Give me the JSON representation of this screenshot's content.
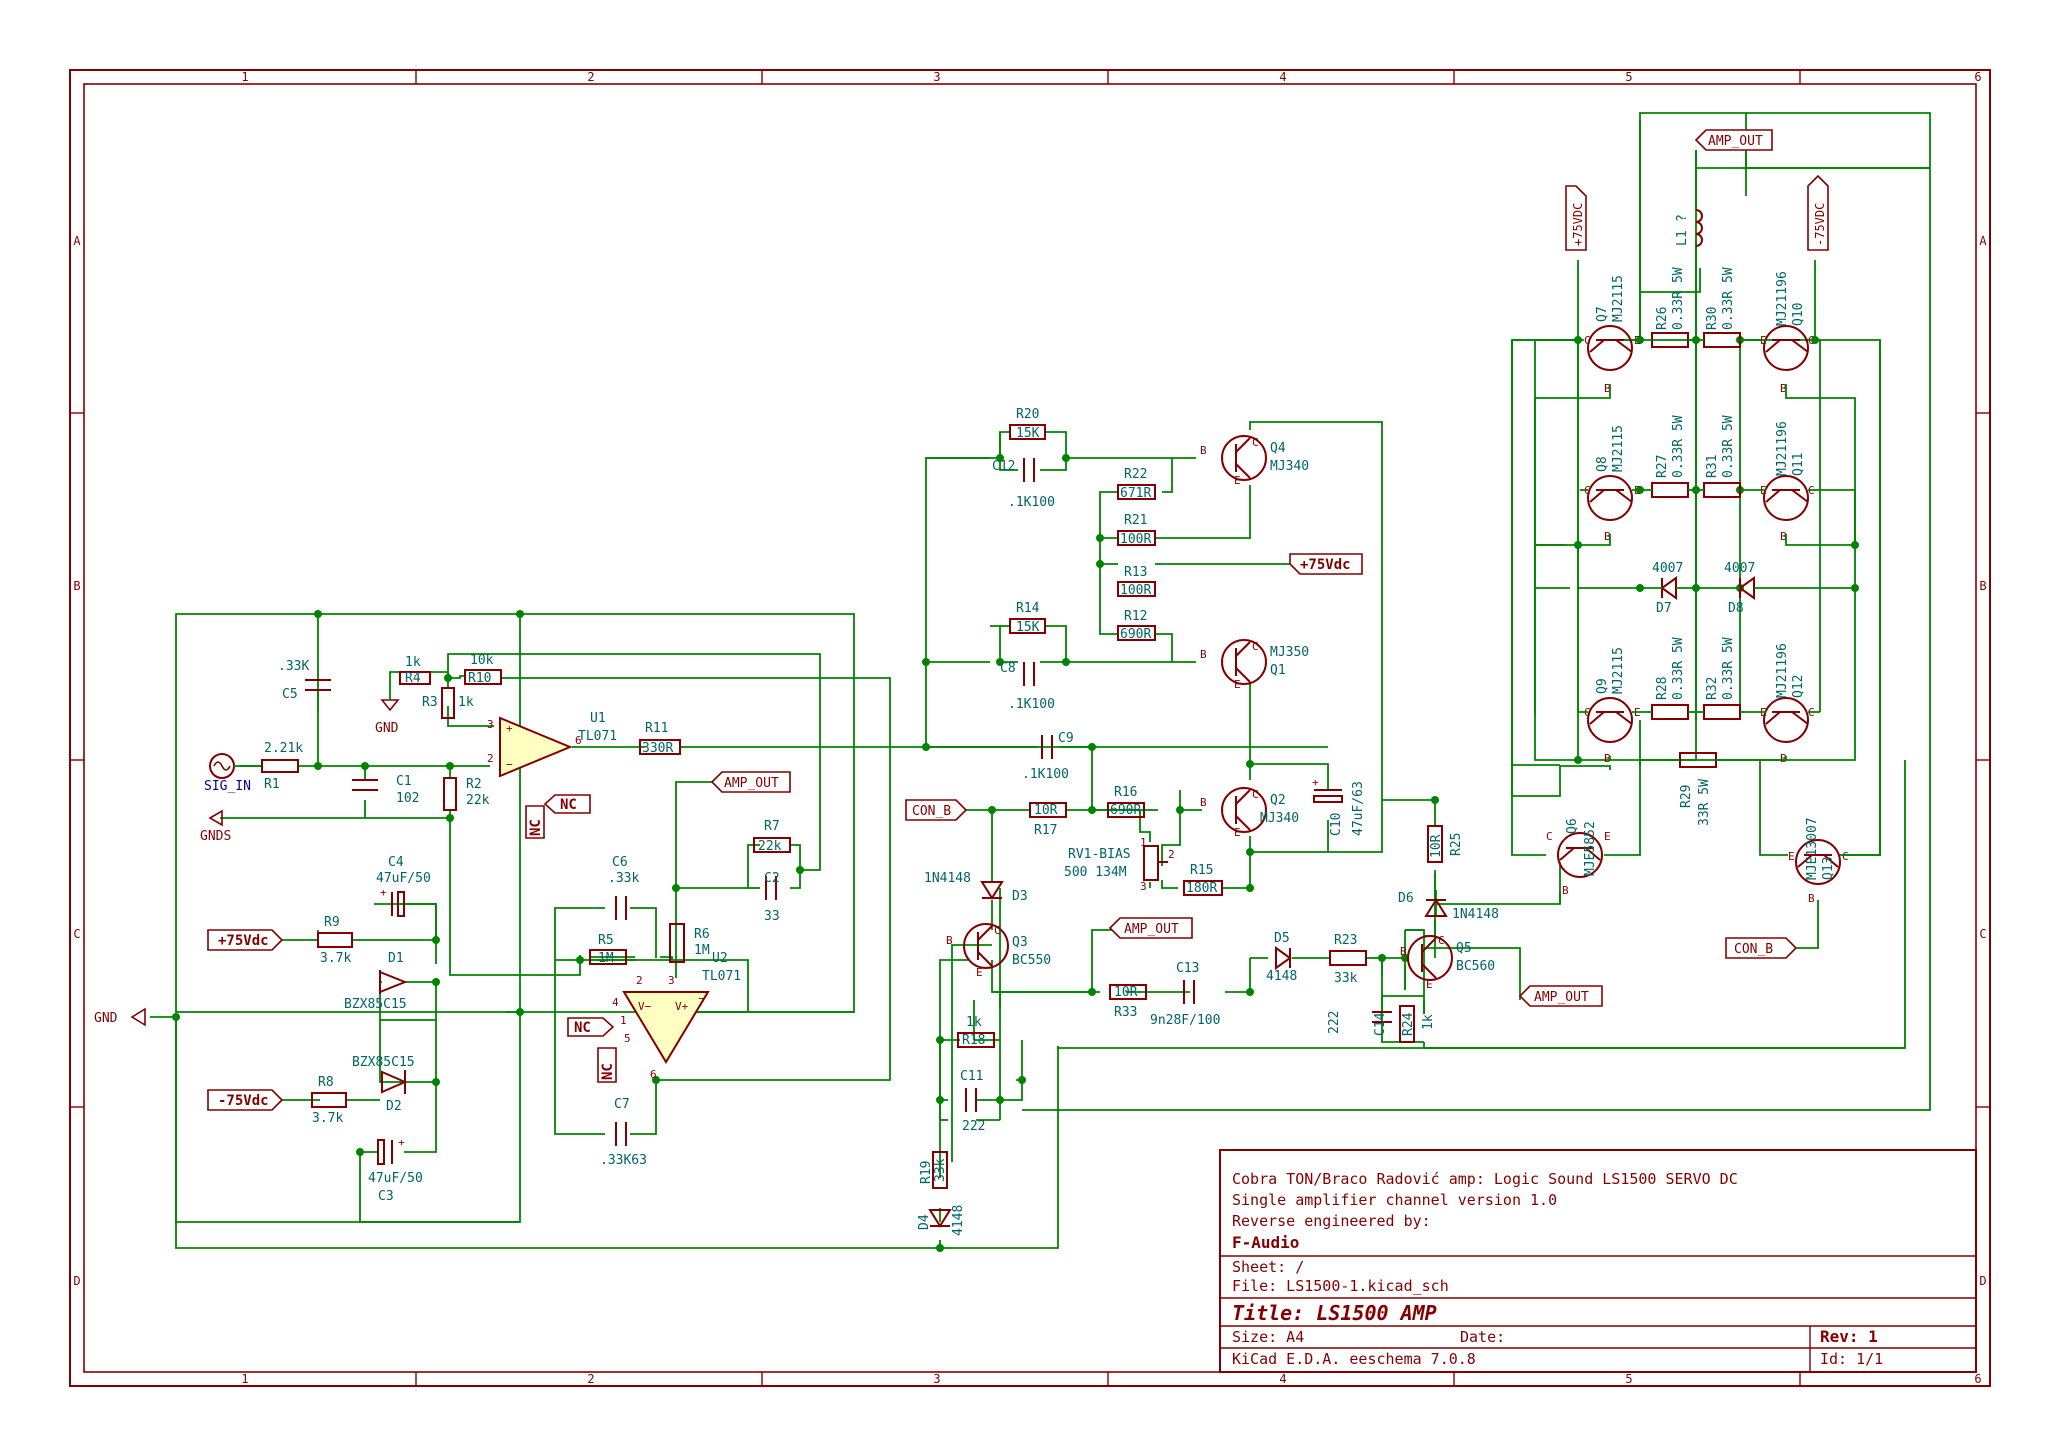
{
  "title_block": {
    "line1": "Cobra TON/Braco Radović amp:  Logic Sound LS1500 SERVO DC",
    "line2": "Single amplifier channel version 1.0",
    "line3": "Reverse engineered by:",
    "line4": "F-Audio",
    "sheet": "Sheet: /",
    "file": "File: LS1500-1.kicad_sch",
    "title": "Title: LS1500 AMP",
    "size": "Size: A4",
    "date": "Date:",
    "rev": "Rev: 1",
    "tool": "KiCad E.D.A.  eeschema 7.0.8",
    "id": "Id: 1/1"
  },
  "frame": {
    "cols": [
      "1",
      "2",
      "3",
      "4",
      "5",
      "6"
    ],
    "rows": [
      "A",
      "B",
      "C",
      "D"
    ]
  },
  "labels": {
    "sig_in": "SIG_IN",
    "gnds": "GNDS",
    "gnd": "GND",
    "p75": "+75Vdc",
    "m75": "-75Vdc",
    "p75vdc_v": "+75VDC",
    "m75vdc_v": "-75VDC",
    "amp_out": "AMP_OUT",
    "con_b": "CON_B",
    "nc": "NC"
  },
  "components": {
    "R1": {
      "ref": "R1",
      "val": "2.21k"
    },
    "C1": {
      "ref": "C1",
      "val": "102"
    },
    "C5": {
      "ref": "C5",
      "val": ".33K"
    },
    "R2": {
      "ref": "R2",
      "val": "22k"
    },
    "R3": {
      "ref": "R3",
      "val": "1k"
    },
    "R4": {
      "ref": "R4",
      "val": "1k"
    },
    "R10": {
      "ref": "R10",
      "val": "10k"
    },
    "U1": {
      "ref": "U1",
      "val": "TL071"
    },
    "R11": {
      "ref": "R11",
      "val": "330R"
    },
    "U2": {
      "ref": "U2",
      "val": "TL071"
    },
    "R5": {
      "ref": "R5",
      "val": "1M"
    },
    "C6": {
      "ref": "C6",
      "val": ".33k"
    },
    "R6": {
      "ref": "R6",
      "val": "1M"
    },
    "R7": {
      "ref": "R7",
      "val": "22k"
    },
    "C2": {
      "ref": "C2",
      "val": "33"
    },
    "C7": {
      "ref": "C7",
      "val": ".33K63"
    },
    "C4": {
      "ref": "C4",
      "val": "47uF/50"
    },
    "R9": {
      "ref": "R9",
      "val": "3.7k"
    },
    "D1": {
      "ref": "D1",
      "val": "BZX85C15"
    },
    "D2": {
      "ref": "D2",
      "val": "BZX85C15"
    },
    "R8": {
      "ref": "R8",
      "val": "3.7k"
    },
    "C3": {
      "ref": "C3",
      "val": "47uF/50"
    },
    "R20": {
      "ref": "R20",
      "val": "15K"
    },
    "C12": {
      "ref": "C12",
      "val": ".1K100"
    },
    "R22": {
      "ref": "R22",
      "val": "671R"
    },
    "R21": {
      "ref": "R21",
      "val": "100R"
    },
    "Q4": {
      "ref": "Q4",
      "val": "MJ340"
    },
    "R13": {
      "ref": "R13",
      "val": "100R"
    },
    "R12": {
      "ref": "R12",
      "val": "690R"
    },
    "R14": {
      "ref": "R14",
      "val": "15K"
    },
    "C8": {
      "ref": "C8",
      "val": ".1K100"
    },
    "Q1": {
      "ref": "Q1",
      "val": "MJ350"
    },
    "C9": {
      "ref": "C9",
      "val": ".1K100"
    },
    "R17": {
      "ref": "R17",
      "val": "10R"
    },
    "R16": {
      "ref": "R16",
      "val": "690R"
    },
    "Q2": {
      "ref": "Q2",
      "val": "MJ340"
    },
    "C10": {
      "ref": "C10",
      "val": "47uF/63"
    },
    "RV1": {
      "ref": "RV1-BIAS",
      "val": "500 134M"
    },
    "R15": {
      "ref": "R15",
      "val": "180R"
    },
    "D3": {
      "ref": "D3",
      "val": "1N4148"
    },
    "Q3": {
      "ref": "Q3",
      "val": "BC550"
    },
    "R33": {
      "ref": "R33",
      "val": "10R"
    },
    "C13": {
      "ref": "C13",
      "val": "9n28F/100"
    },
    "D5": {
      "ref": "D5",
      "val": "4148"
    },
    "R23": {
      "ref": "R23",
      "val": "33k"
    },
    "Q5": {
      "ref": "Q5",
      "val": "BC560"
    },
    "C14": {
      "ref": "C14",
      "val": "222"
    },
    "R24": {
      "ref": "R24",
      "val": "1k"
    },
    "R25": {
      "ref": "R25",
      "val": "10R"
    },
    "D6": {
      "ref": "D6",
      "val": "1N4148"
    },
    "R18": {
      "ref": "R18",
      "val": "1k"
    },
    "C11": {
      "ref": "C11",
      "val": "222"
    },
    "R19": {
      "ref": "R19",
      "val": "33k"
    },
    "D4": {
      "ref": "D4",
      "val": "4148"
    },
    "Q6": {
      "ref": "Q6",
      "val": "MJE5852"
    },
    "Q13": {
      "ref": "Q13",
      "val": "MJE13007"
    },
    "Q7": {
      "ref": "Q7",
      "val": "MJ2115"
    },
    "Q8": {
      "ref": "Q8",
      "val": "MJ2115"
    },
    "Q9": {
      "ref": "Q9",
      "val": "MJ2115"
    },
    "Q10": {
      "ref": "Q10",
      "val": "MJ21196"
    },
    "Q11": {
      "ref": "Q11",
      "val": "MJ21196"
    },
    "Q12": {
      "ref": "Q12",
      "val": "MJ21196"
    },
    "R26": {
      "ref": "R26",
      "val": "0.33R 5W"
    },
    "R27": {
      "ref": "R27",
      "val": "0.33R 5W"
    },
    "R28": {
      "ref": "R28",
      "val": "0.33R 5W"
    },
    "R30": {
      "ref": "R30",
      "val": "0.33R 5W"
    },
    "R31": {
      "ref": "R31",
      "val": "0.33R 5W"
    },
    "R32": {
      "ref": "R32",
      "val": "0.33R 5W"
    },
    "R29": {
      "ref": "R29",
      "val": "33R 5W"
    },
    "D7": {
      "ref": "D7",
      "val": "4007"
    },
    "D8": {
      "ref": "D8",
      "val": "4007"
    },
    "L1": {
      "ref": "L1",
      "val": "?"
    }
  }
}
